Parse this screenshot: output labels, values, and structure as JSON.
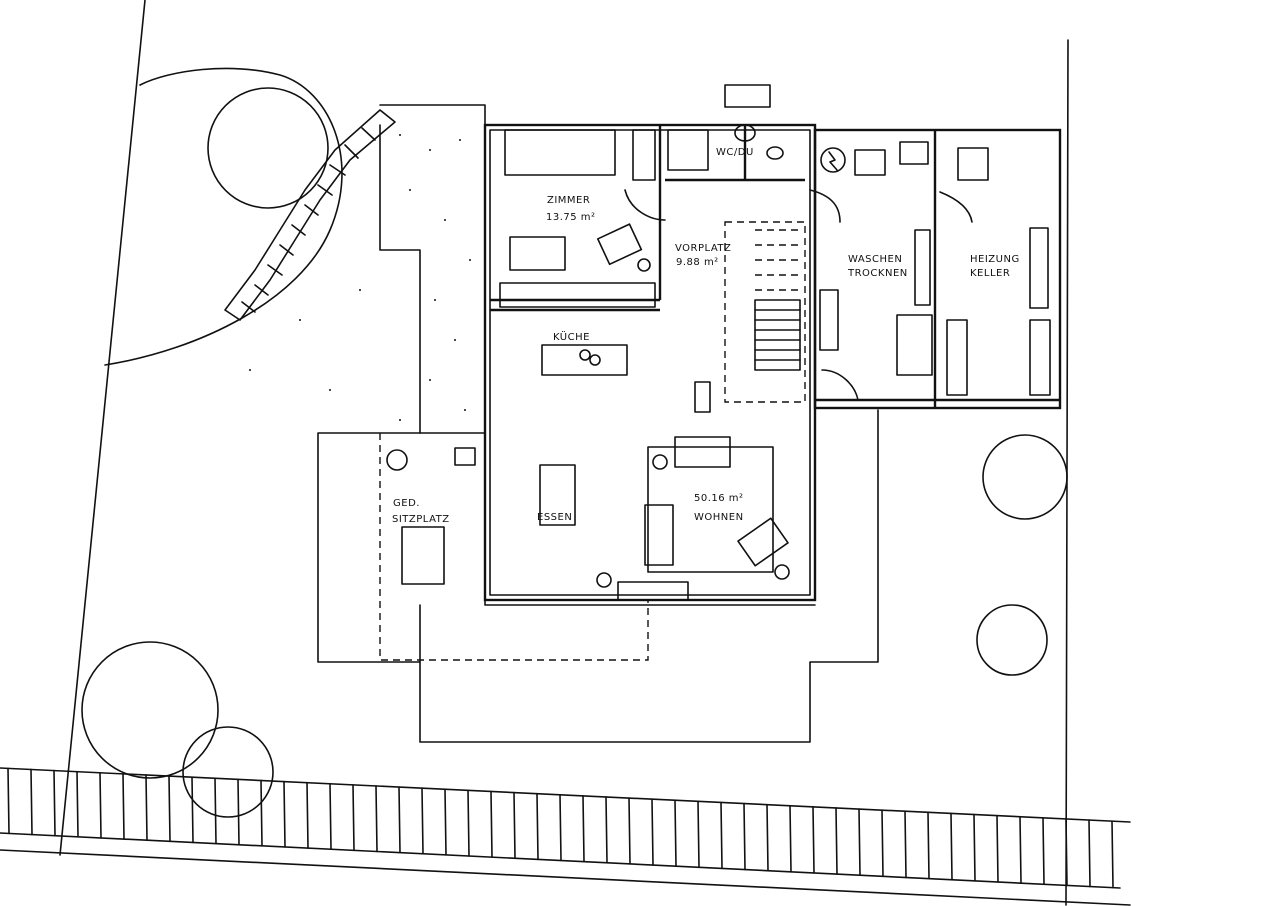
{
  "plan": {
    "rooms": {
      "wc": "WC/DU",
      "zimmer": "ZIMMER",
      "zimmer_area": "13.75 m²",
      "vorplatz": "VORPLATZ",
      "vorplatz_area": "9.88 m²",
      "kueche": "KÜCHE",
      "waschen": "WASCHEN",
      "trocknen": "TROCKNEN",
      "heizung": "HEIZUNG",
      "keller": "KELLER",
      "essen": "ESSEN",
      "wohnen_area": "50.16 m²",
      "wohnen": "WOHNEN",
      "sitzplatz_1": "GED.",
      "sitzplatz_2": "SITZPLATZ"
    }
  }
}
